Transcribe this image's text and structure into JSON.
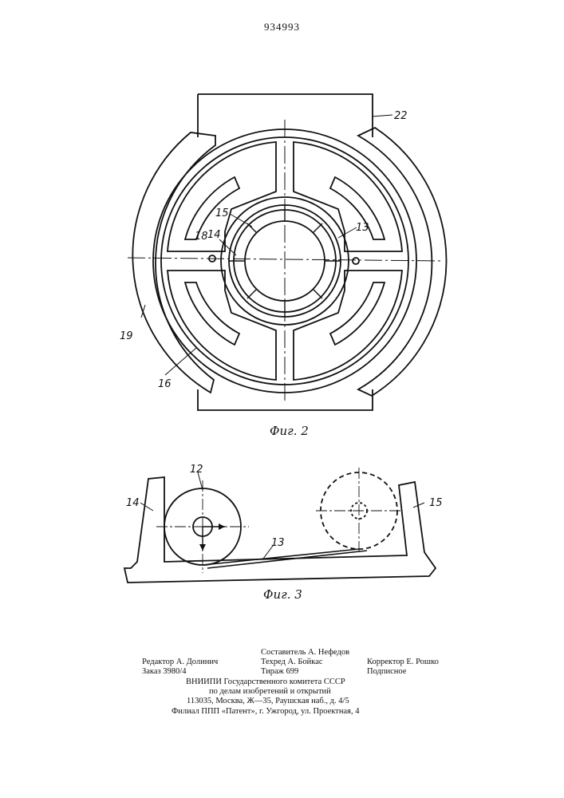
{
  "document": {
    "patent_number": "934993"
  },
  "figure2": {
    "caption": "Фиг. 2",
    "labels": {
      "l22": "22",
      "l15": "15",
      "l14": "14",
      "l13": "13",
      "l18": "18",
      "l19": "19",
      "l16": "16"
    }
  },
  "figure3": {
    "caption": "Фиг. 3",
    "labels": {
      "l12": "12",
      "l14": "14",
      "l15": "15",
      "l13": "13"
    }
  },
  "imprint": {
    "compiler": "Составитель А. Нефедов",
    "editor": "Редактор А. Долинич",
    "techred": "Техред А. Бойкас",
    "corrector": "Корректор Е. Рошко",
    "order": "Заказ 3980/4",
    "circulation": "Тираж 699",
    "subscription": "Подписное",
    "org_line1": "ВНИИПИ Государственного комитета СССР",
    "org_line2": "по делам изобретений и открытий",
    "address": "113035, Москва, Ж—35, Раушская наб., д. 4/5",
    "branch": "Филиал ППП «Патент», г. Ужгород, ул. Проектная, 4"
  }
}
